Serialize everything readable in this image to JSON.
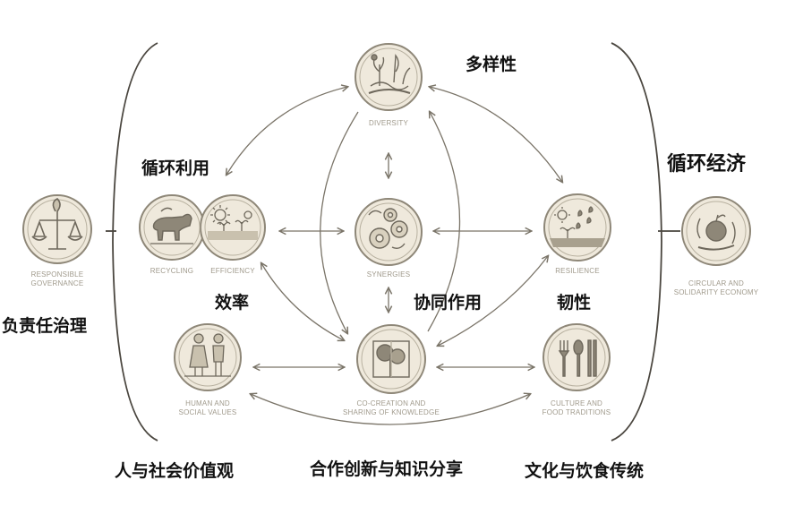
{
  "nodes": {
    "governance": {
      "label_en": "RESPONSIBLE\nGOVERNANCE",
      "label_zh": "负责任治理",
      "icon": "scales-icon"
    },
    "recycling": {
      "label_en": "RECYCLING",
      "label_zh": "循环利用",
      "icon": "ox-icon"
    },
    "efficiency": {
      "label_en": "EFFICIENCY",
      "label_zh": "效率",
      "icon": "sun-sprouts-icon"
    },
    "diversity": {
      "label_en": "DIVERSITY",
      "label_zh": "多样性",
      "icon": "plants-icon"
    },
    "synergies": {
      "label_en": "SYNERGIES",
      "label_zh": "协同作用",
      "icon": "gears-icon"
    },
    "resilience": {
      "label_en": "RESILIENCE",
      "label_zh": "韧性",
      "icon": "sun-rain-icon"
    },
    "circular": {
      "label_en": "CIRCULAR AND\nSOLIDARITY ECONOMY",
      "label_zh": "循环经济",
      "icon": "apple-hand-icon"
    },
    "human": {
      "label_en": "HUMAN AND\nSOCIAL VALUES",
      "label_zh": "人与社会价值观",
      "icon": "people-icon"
    },
    "cocreation": {
      "label_en": "CO-CREATION AND\nSHARING OF KNOWLEDGE",
      "label_zh": "合作创新与知识分享",
      "icon": "tree-icon"
    },
    "culture": {
      "label_en": "CULTURE AND\nFOOD TRADITIONS",
      "label_zh": "文化与饮食传统",
      "icon": "utensils-icon"
    }
  },
  "colors": {
    "icon_ring": "#8e8778",
    "icon_fill": "#efe9dc",
    "icon_stroke": "#6e685c",
    "arrow": "#7a7468",
    "english_text": "#a09a8c",
    "chinese_text": "#111111"
  }
}
